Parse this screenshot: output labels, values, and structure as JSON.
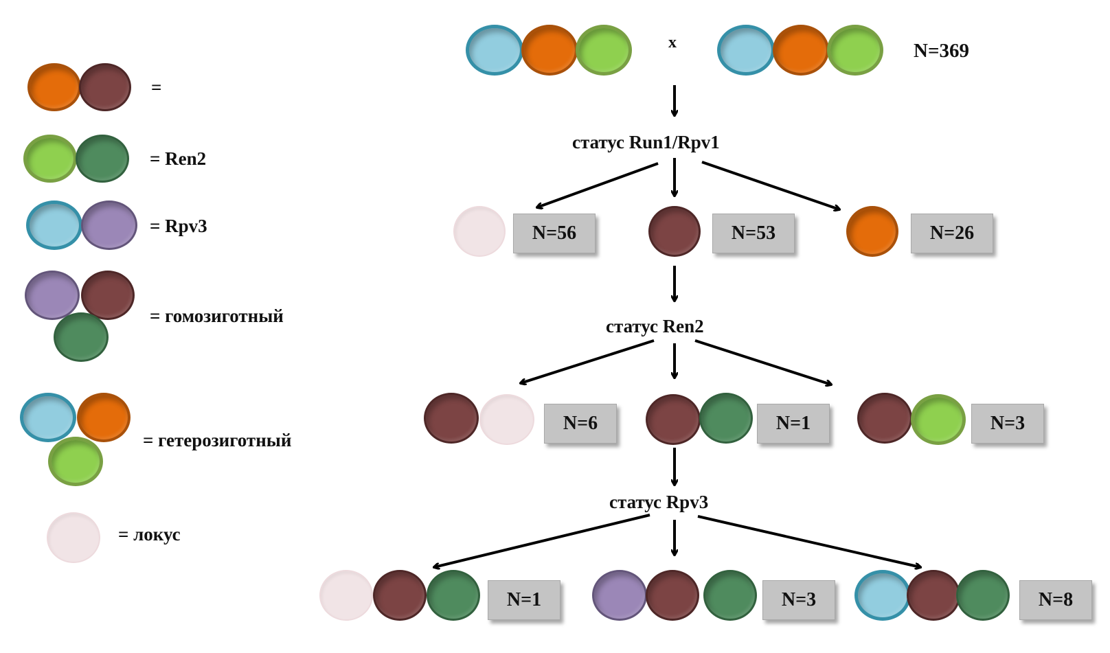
{
  "legend": [
    {
      "beads": [
        "orange",
        "brown"
      ],
      "text": "="
    },
    {
      "beads": [
        "lgreen",
        "dgreen"
      ],
      "text": "= Ren2"
    },
    {
      "beads": [
        "blue",
        "violet"
      ],
      "text": "= Rpv3"
    },
    {
      "beads": [
        "violet",
        "brown",
        "dgreen"
      ],
      "text": "= гомозиготный"
    },
    {
      "beads": [
        "blue",
        "orange",
        "lgreen"
      ],
      "text": "= гетерозиготный"
    },
    {
      "beads": [
        "pale"
      ],
      "text": "= локус"
    }
  ],
  "cross": {
    "parent1": [
      "blue",
      "orange",
      "lgreen"
    ],
    "symbol": "x",
    "parent2": [
      "blue",
      "orange",
      "lgreen"
    ],
    "total": "N=369"
  },
  "steps": [
    {
      "title": "статус Run1/Rpv1",
      "outcomes": [
        {
          "beads": [
            "pale"
          ],
          "count": "N=56"
        },
        {
          "beads": [
            "brown"
          ],
          "count": "N=53"
        },
        {
          "beads": [
            "orange"
          ],
          "count": "N=26"
        }
      ]
    },
    {
      "title": "статус Ren2",
      "outcomes": [
        {
          "beads": [
            "brown",
            "pale"
          ],
          "count": "N=6"
        },
        {
          "beads": [
            "brown",
            "dgreen"
          ],
          "count": "N=1"
        },
        {
          "beads": [
            "brown",
            "lgreen"
          ],
          "count": "N=3"
        }
      ]
    },
    {
      "title": "статус Rpv3",
      "outcomes": [
        {
          "beads": [
            "pale",
            "brown",
            "dgreen"
          ],
          "count": "N=1"
        },
        {
          "beads": [
            "violet",
            "brown",
            "dgreen"
          ],
          "count": "N=3"
        },
        {
          "beads": [
            "blue",
            "brown",
            "dgreen"
          ],
          "count": "N=8"
        }
      ]
    }
  ],
  "colors": {
    "blue": "#92cddf",
    "orange": "#e46c0a",
    "lgreen": "#8fd04f",
    "brown": "#7c4444",
    "dgreen": "#4f8b5e",
    "violet": "#9b87b7",
    "pale": "#f1e4e6",
    "count_box": "#c4c4c4"
  }
}
